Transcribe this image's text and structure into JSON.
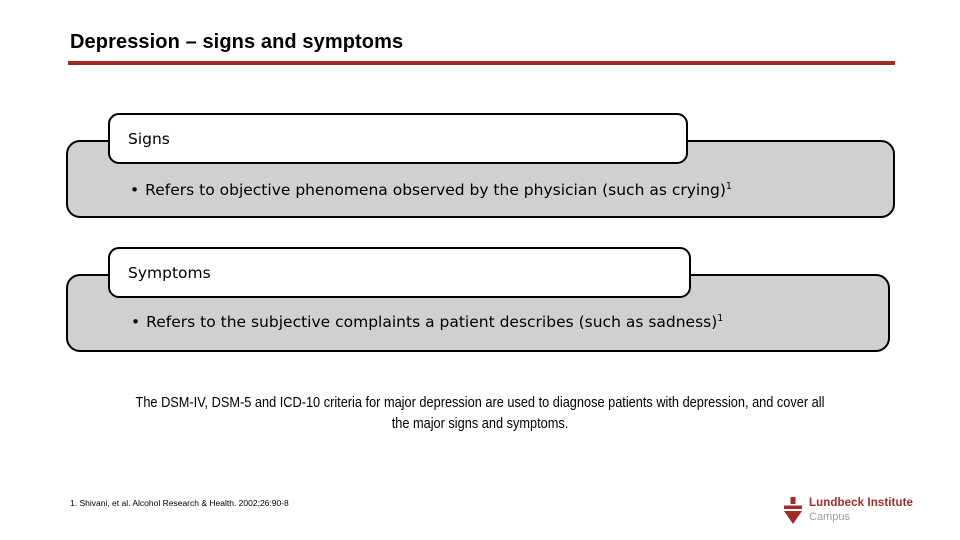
{
  "slide": {
    "title": "Depression – signs and symptoms",
    "accent_color": "#9E2A28",
    "body_fill_color": "#D0D0D0",
    "tab_fill_color": "#FFFFFF"
  },
  "blocks": [
    {
      "tab_label": "Signs",
      "bullet_marker": "•",
      "bullet_text": "Refers to objective phenomena observed by the physician (such as crying)",
      "bullet_reference": "1"
    },
    {
      "tab_label": "Symptoms",
      "bullet_marker": "•",
      "bullet_text": "Refers to the subjective complaints a patient describes (such as sadness)",
      "bullet_reference": "1"
    }
  ],
  "summary": {
    "text": "The DSM-IV, DSM-5 and ICD-10 criteria for major depression are used to diagnose patients with depression, and cover all the major signs and symptoms."
  },
  "footnote": {
    "text": "1. Shivani, et al. Alcohol Research & Health. 2002;26:90-8"
  },
  "logo": {
    "title": "Lundbeck Institute",
    "subtitle": "Campus",
    "mark_color": "#A32C2B",
    "title_color": "#A32C2B",
    "subtitle_color": "#9A9A9A"
  }
}
